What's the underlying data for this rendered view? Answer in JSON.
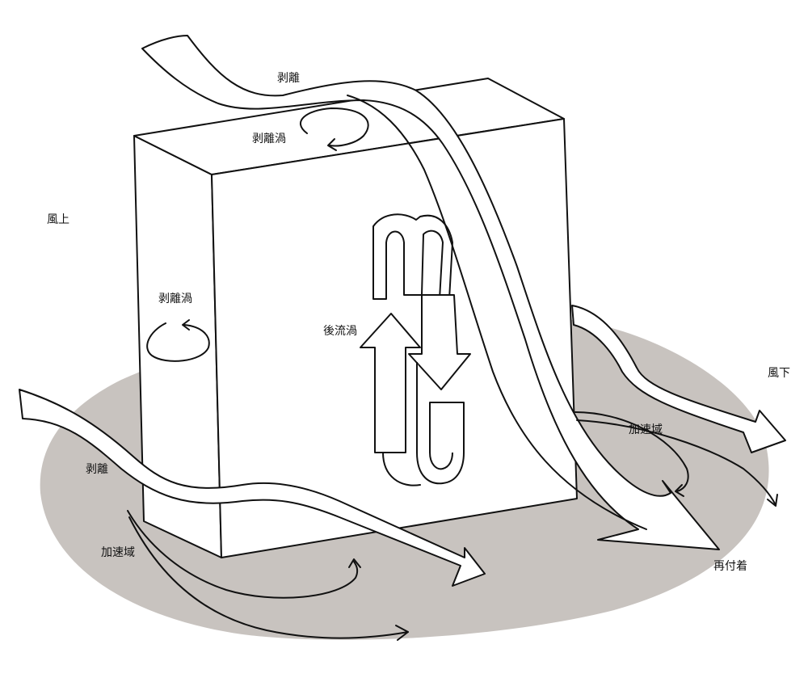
{
  "labels": {
    "upwind": "風上",
    "downwind": "風下",
    "separation_top": "剥離",
    "separation_left": "剥離",
    "separation_vortex_top": "剥離渦",
    "separation_vortex_side": "剥離渦",
    "wake_vortex": "後流渦",
    "acceleration_left": "加速域",
    "acceleration_right": "加速域",
    "reattachment": "再付着"
  },
  "colors": {
    "ground": "#c8c3bf",
    "building": "#ffffff",
    "outline": "#111111",
    "stream": "#ffffff"
  }
}
